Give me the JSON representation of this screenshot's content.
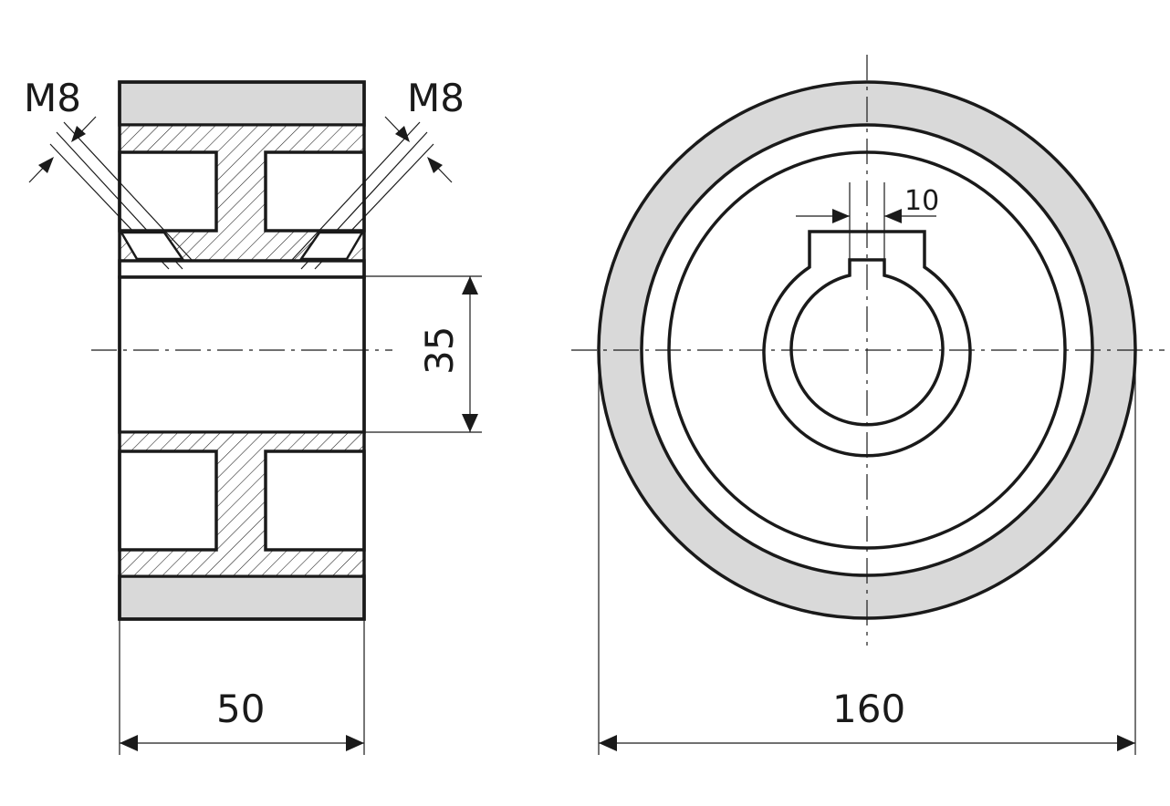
{
  "diagram": {
    "side_view": {
      "thread_left": "M8",
      "thread_right": "M8",
      "bore_dimension": "35",
      "width_dimension": "50"
    },
    "front_view": {
      "keyway_dimension": "10",
      "outer_diameter_dimension": "160"
    },
    "colors": {
      "line": "#1a1a1a",
      "tread_fill": "#d9d9d9",
      "background": "#ffffff"
    }
  }
}
